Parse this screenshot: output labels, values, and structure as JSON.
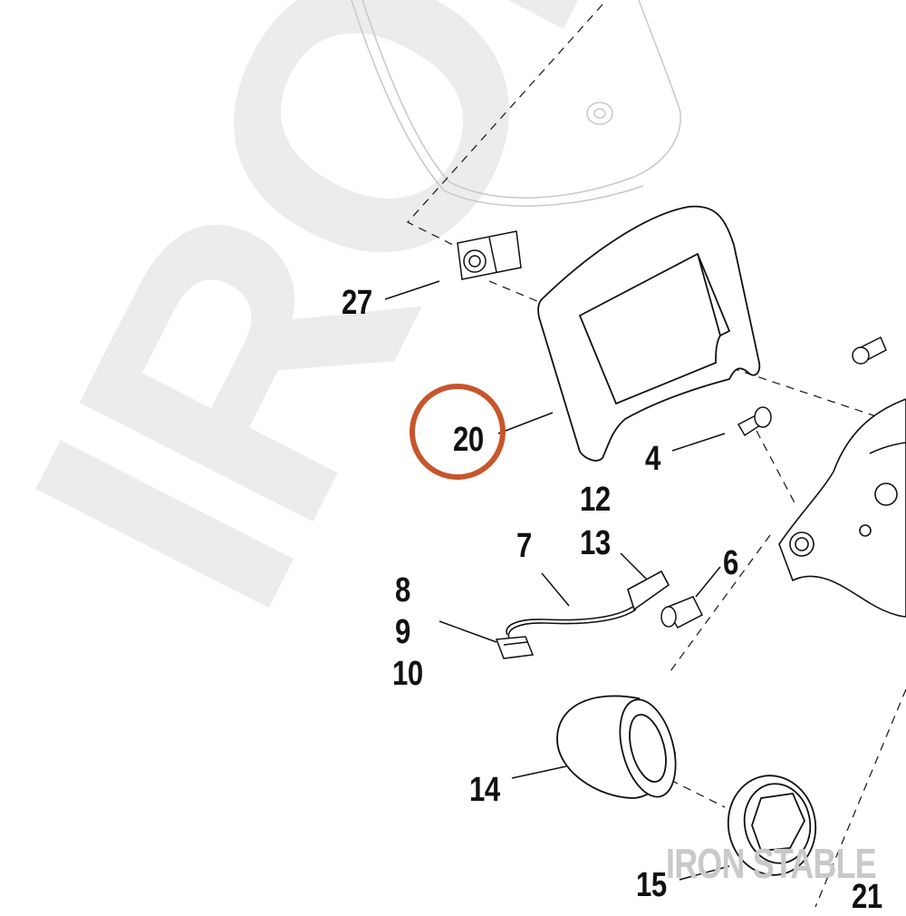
{
  "watermark": {
    "main": "IRONSTABLE",
    "corner": "IRON STABLE"
  },
  "callouts": {
    "p27": "27",
    "p20": "20",
    "p4": "4",
    "p12": "12",
    "p13": "13",
    "p7": "7",
    "p6": "6",
    "p8": "8",
    "p9": "9",
    "p10": "10",
    "p14": "14",
    "p15": "15",
    "p21": "21"
  },
  "highlight": {
    "part": "20",
    "color": "#c8552b"
  }
}
